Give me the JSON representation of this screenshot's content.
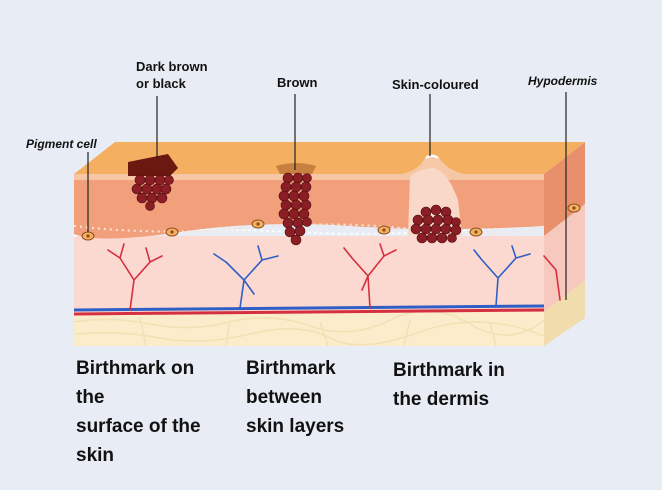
{
  "labels": {
    "dark_brown": [
      "Dark brown",
      "or black"
    ],
    "brown": "Brown",
    "skin_coloured": "Skin-coloured",
    "hypodermis": "Hypodermis",
    "pigment_cell": "Pigment cell"
  },
  "captions": {
    "surface": [
      "Birthmark on",
      "the",
      "surface of the",
      "skin"
    ],
    "between": [
      "Birthmark",
      "between",
      "skin layers"
    ],
    "dermis": [
      "Birthmark in",
      "the dermis"
    ]
  },
  "colors": {
    "background": "#e8edf5",
    "epidermis_top": "#f4b060",
    "epidermis": "#f2a07c",
    "dermis": "#fbd9d0",
    "hypodermis": "#fbedcb",
    "pigment_dark": "#6a1810",
    "pigment_cluster": "#8a1e24",
    "artery": "#d43040",
    "vein": "#2f5fc6"
  }
}
